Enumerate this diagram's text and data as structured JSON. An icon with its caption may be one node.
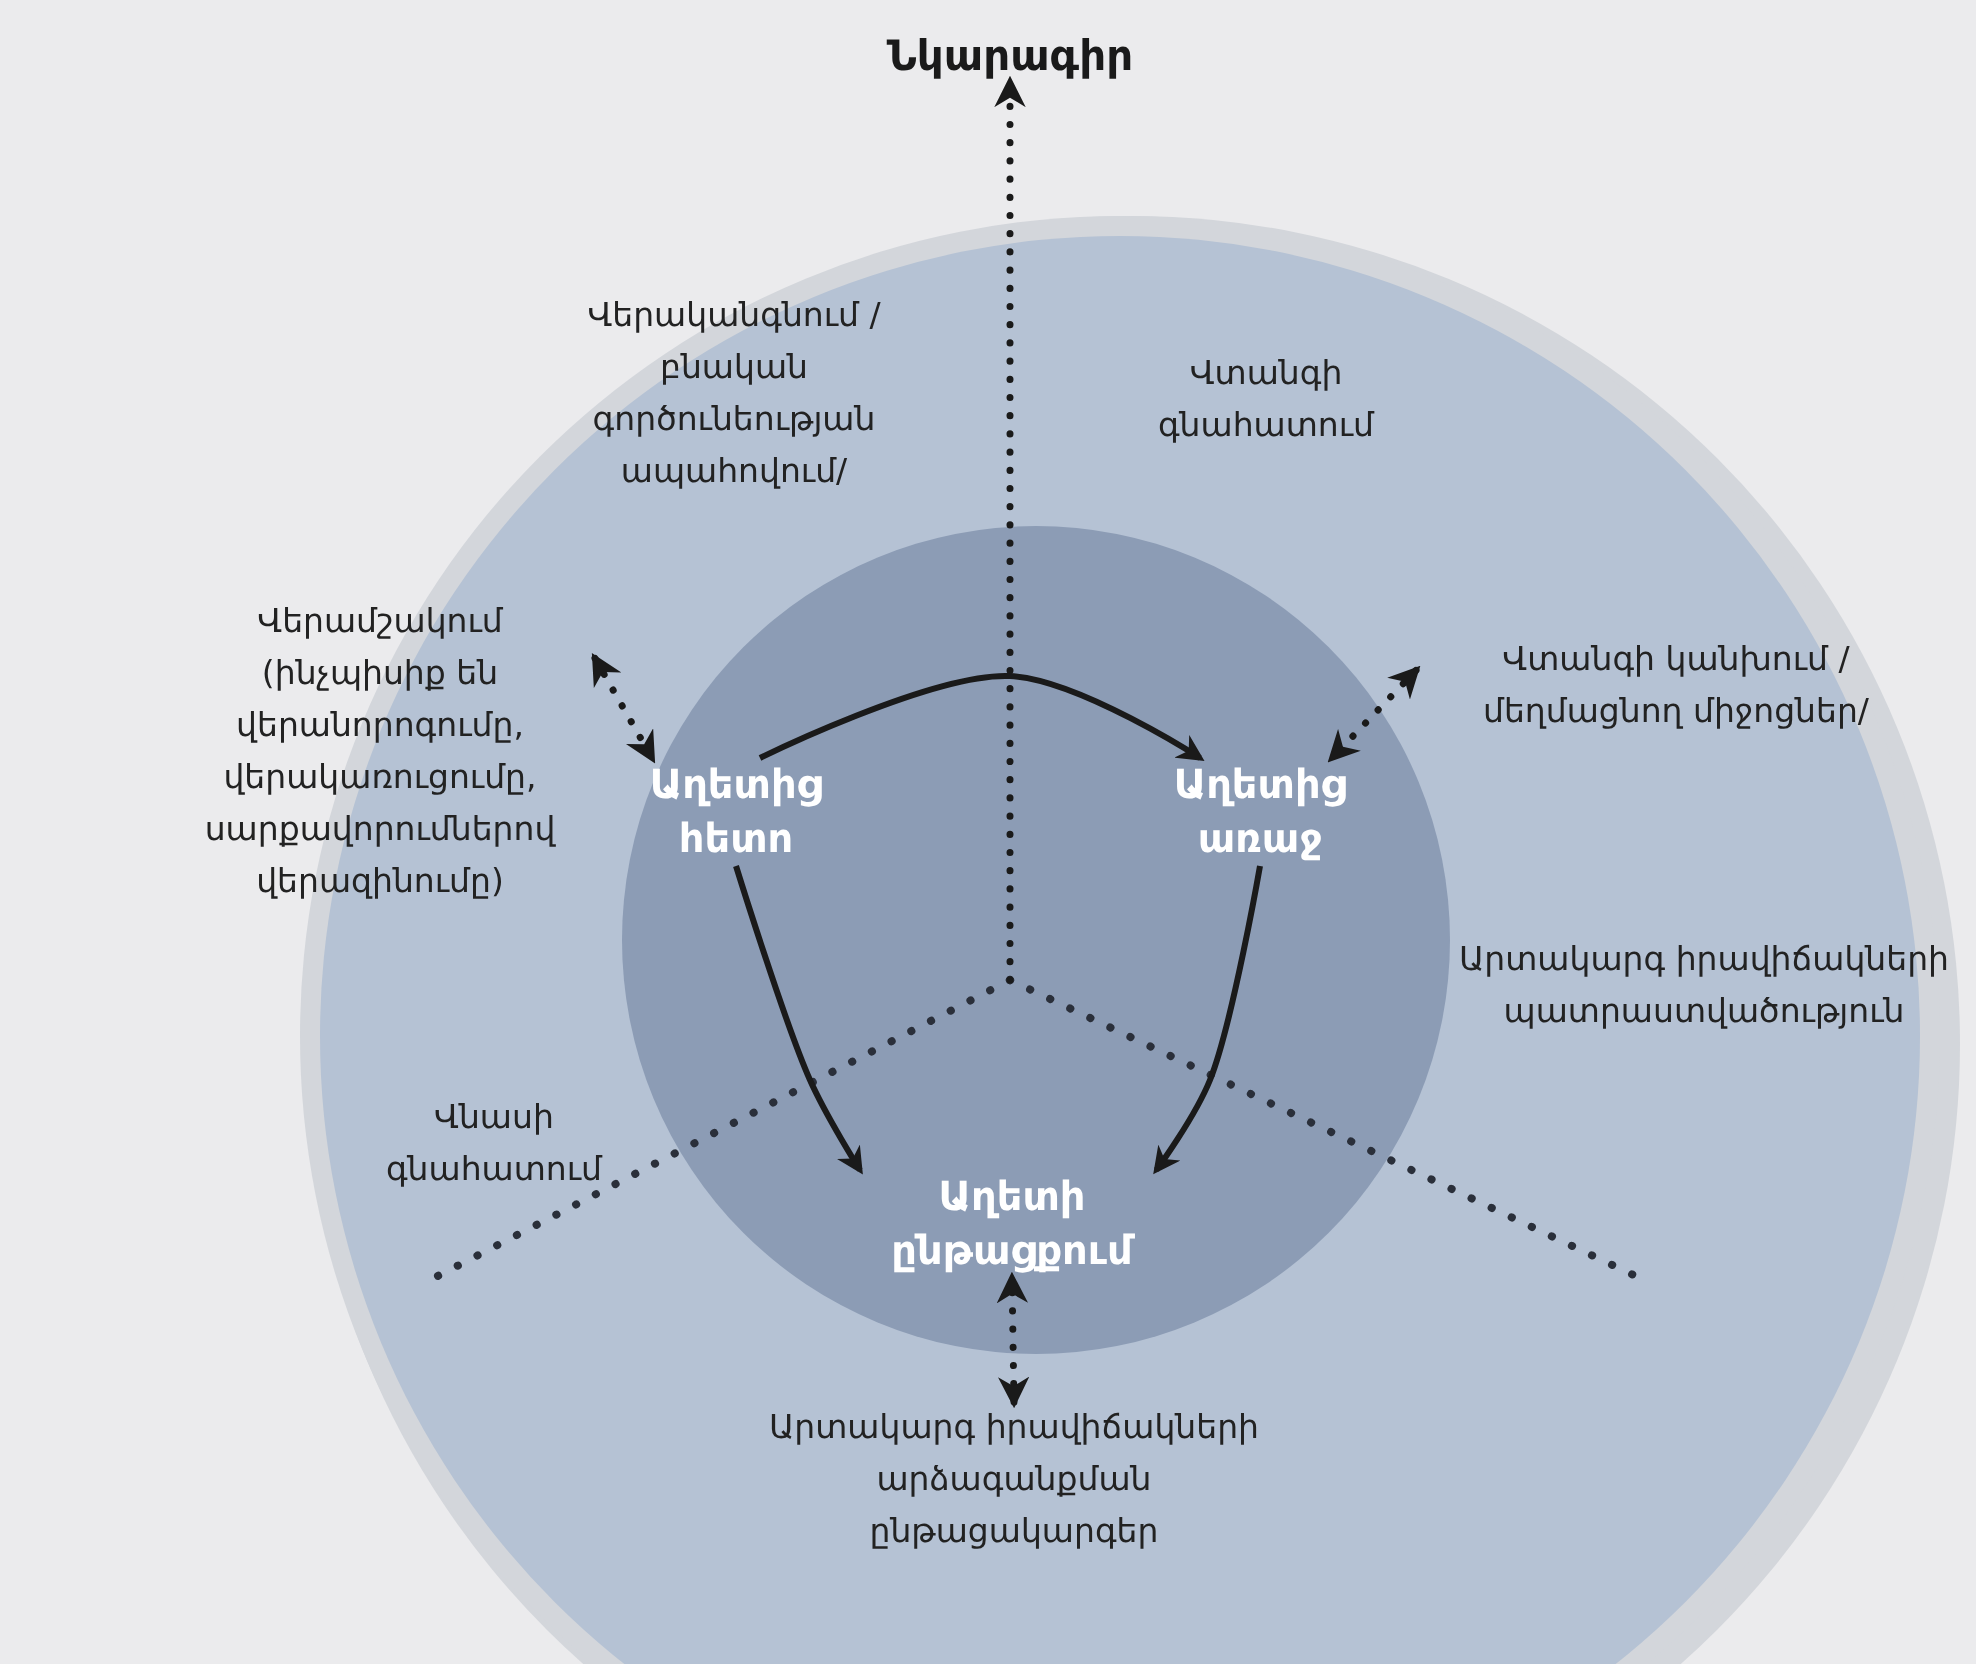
{
  "diagram": {
    "nodes": [
      {
        "text": [],
        "shape": "circle"
      },
      {
        "text": [],
        "shape": "circle",
        "in": 0
      },
      {
        "text": [
          "Աղետից հետո"
        ],
        "in": 1
      },
      {
        "text": [
          "Աղետից առաջ"
        ],
        "in": 1
      },
      {
        "text": [
          "Աղետի ընթացքում"
        ],
        "in": 1
      },
      {
        "text": [
          "Նկարագիր"
        ]
      },
      {
        "text": [
          "Վերամշակում (ինչպիսիք են վերանորոգումը, վերակառուցումը, սարքավորումներով վերազինումը)"
        ]
      },
      {
        "text": [
          "Վտանգի կանխում / մեղմացնող միջոցներ/"
        ],
        "in": 0
      },
      {
        "text": [
          "Արտակարգ իրավիճակների արձագանքման ընթացակարգեր"
        ],
        "in": 0
      }
    ],
    "edges": [
      {
        "from": 2,
        "to": 3,
        "arrow": "to"
      },
      {
        "from": 3,
        "to": 4,
        "arrow": "to"
      },
      {
        "from": 2,
        "to": 4,
        "arrow": "to"
      },
      {
        "from": null,
        "to": 5,
        "arrow": "to",
        "style": "dashed"
      },
      {
        "from": 6,
        "to": 2,
        "arrow": "both",
        "style": "dashed"
      },
      {
        "from": 7,
        "to": 3,
        "arrow": "both",
        "style": "dashed"
      },
      {
        "from": 8,
        "to": 4,
        "arrow": "both",
        "style": "dashed"
      }
    ],
    "labels": [
      "Վերականգնում /բնական գործունեության ապահովում/",
      "Վտանգի գնահատում",
      "Վնասի գնահատում",
      "Արտակարգ իրավիճակների պատրաստվածություն"
    ]
  }
}
